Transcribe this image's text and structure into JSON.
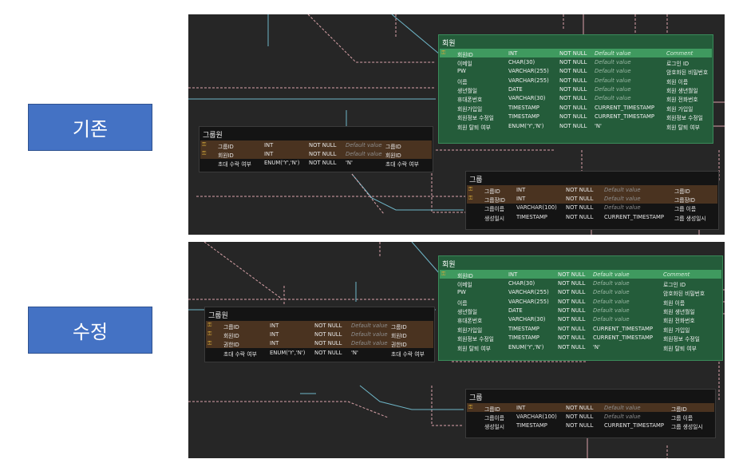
{
  "labels": {
    "before": "기존",
    "after": "수정"
  },
  "colors": {
    "label_bg": "#4472c4",
    "canvas_bg": "#262626",
    "highlight_table": "#245c3a",
    "pk_row": "#4a3320",
    "link_line": "#6fb6c8",
    "dashed_line": "#d9a3a9"
  },
  "before": {
    "member": {
      "title": "회원",
      "rows": [
        {
          "name": "회원ID",
          "type": "INT",
          "nn": "NOT NULL",
          "def": "Default value",
          "cmt": "Comment"
        },
        {
          "name": "이메일",
          "type": "CHAR(30)",
          "nn": "NOT NULL",
          "def": "Default value",
          "cmt": "로그인 ID"
        },
        {
          "name": "PW",
          "type": "VARCHAR(255)",
          "nn": "NOT NULL",
          "def": "Default value",
          "cmt": "암호화된 비밀번호"
        },
        {
          "name": "이름",
          "type": "VARCHAR(255)",
          "nn": "NOT NULL",
          "def": "Default value",
          "cmt": "회원 이름"
        },
        {
          "name": "생년월일",
          "type": "DATE",
          "nn": "NOT NULL",
          "def": "Default value",
          "cmt": "회원 생년월일"
        },
        {
          "name": "휴대폰번호",
          "type": "VARCHAR(30)",
          "nn": "NOT NULL",
          "def": "Default value",
          "cmt": "회원 전화번호"
        },
        {
          "name": "회원가입일",
          "type": "TIMESTAMP",
          "nn": "NOT NULL",
          "def": "CURRENT_TIMESTAMP",
          "cmt": "회원 가입일"
        },
        {
          "name": "회원정보 수정일",
          "type": "TIMESTAMP",
          "nn": "NOT NULL",
          "def": "CURRENT_TIMESTAMP",
          "cmt": "회원정보 수정일"
        },
        {
          "name": "회원 탈퇴 여부",
          "type": "ENUM('Y','N')",
          "nn": "NOT NULL",
          "def": "'N'",
          "cmt": "회원 탈퇴 여부"
        }
      ]
    },
    "groupmember": {
      "title": "그룹원",
      "rows": [
        {
          "name": "그룹ID",
          "type": "INT",
          "nn": "NOT NULL",
          "def": "Default value",
          "cmt": "그룹ID"
        },
        {
          "name": "회원ID",
          "type": "INT",
          "nn": "NOT NULL",
          "def": "Default value",
          "cmt": "회원ID"
        },
        {
          "name": "초대 수락 여부",
          "type": "ENUM('Y','N')",
          "nn": "NOT NULL",
          "def": "'N'",
          "cmt": "초대 수락 여부"
        }
      ]
    },
    "group": {
      "title": "그룹",
      "rows": [
        {
          "name": "그룹ID",
          "type": "INT",
          "nn": "NOT NULL",
          "def": "Default value",
          "cmt": "그룹ID"
        },
        {
          "name": "그룹장ID",
          "type": "INT",
          "nn": "NOT NULL",
          "def": "Default value",
          "cmt": "그룹장ID"
        },
        {
          "name": "그룹이름",
          "type": "VARCHAR(100)",
          "nn": "NOT NULL",
          "def": "Default value",
          "cmt": "그룹 이름"
        },
        {
          "name": "생성일시",
          "type": "TIMESTAMP",
          "nn": "NOT NULL",
          "def": "CURRENT_TIMESTAMP",
          "cmt": "그룹 생성일시"
        }
      ]
    }
  },
  "after": {
    "member": {
      "title": "회원",
      "rows": [
        {
          "name": "회원ID",
          "type": "INT",
          "nn": "NOT NULL",
          "def": "Default value",
          "cmt": "Comment"
        },
        {
          "name": "이메일",
          "type": "CHAR(30)",
          "nn": "NOT NULL",
          "def": "Default value",
          "cmt": "로그인 ID"
        },
        {
          "name": "PW",
          "type": "VARCHAR(255)",
          "nn": "NOT NULL",
          "def": "Default value",
          "cmt": "암호화된 비밀번호"
        },
        {
          "name": "이름",
          "type": "VARCHAR(255)",
          "nn": "NOT NULL",
          "def": "Default value",
          "cmt": "회원 이름"
        },
        {
          "name": "생년월일",
          "type": "DATE",
          "nn": "NOT NULL",
          "def": "Default value",
          "cmt": "회원 생년월일"
        },
        {
          "name": "휴대폰번호",
          "type": "VARCHAR(30)",
          "nn": "NOT NULL",
          "def": "Default value",
          "cmt": "회원 전화번호"
        },
        {
          "name": "회원가입일",
          "type": "TIMESTAMP",
          "nn": "NOT NULL",
          "def": "CURRENT_TIMESTAMP",
          "cmt": "회원 가입일"
        },
        {
          "name": "회원정보 수정일",
          "type": "TIMESTAMP",
          "nn": "NOT NULL",
          "def": "CURRENT_TIMESTAMP",
          "cmt": "회원정보 수정일"
        },
        {
          "name": "회원 탈퇴 여부",
          "type": "ENUM('Y','N')",
          "nn": "NOT NULL",
          "def": "'N'",
          "cmt": "회원 탈퇴 여부"
        }
      ]
    },
    "groupmember": {
      "title": "그룹원",
      "rows": [
        {
          "name": "그룹ID",
          "type": "INT",
          "nn": "NOT NULL",
          "def": "Default value",
          "cmt": "그룹ID"
        },
        {
          "name": "회원ID",
          "type": "INT",
          "nn": "NOT NULL",
          "def": "Default value",
          "cmt": "회원ID"
        },
        {
          "name": "권한ID",
          "type": "INT",
          "nn": "NOT NULL",
          "def": "Default value",
          "cmt": "권한ID"
        },
        {
          "name": "초대 수락 여부",
          "type": "ENUM('Y','N')",
          "nn": "NOT NULL",
          "def": "'N'",
          "cmt": "초대 수락 여부"
        }
      ]
    },
    "group": {
      "title": "그룹",
      "rows": [
        {
          "name": "그룹ID",
          "type": "INT",
          "nn": "NOT NULL",
          "def": "Default value",
          "cmt": "그룹ID"
        },
        {
          "name": "그룹이름",
          "type": "VARCHAR(100)",
          "nn": "NOT NULL",
          "def": "Default value",
          "cmt": "그룹 이름"
        },
        {
          "name": "생성일시",
          "type": "TIMESTAMP",
          "nn": "NOT NULL",
          "def": "CURRENT_TIMESTAMP",
          "cmt": "그룹 생성일시"
        }
      ]
    }
  }
}
